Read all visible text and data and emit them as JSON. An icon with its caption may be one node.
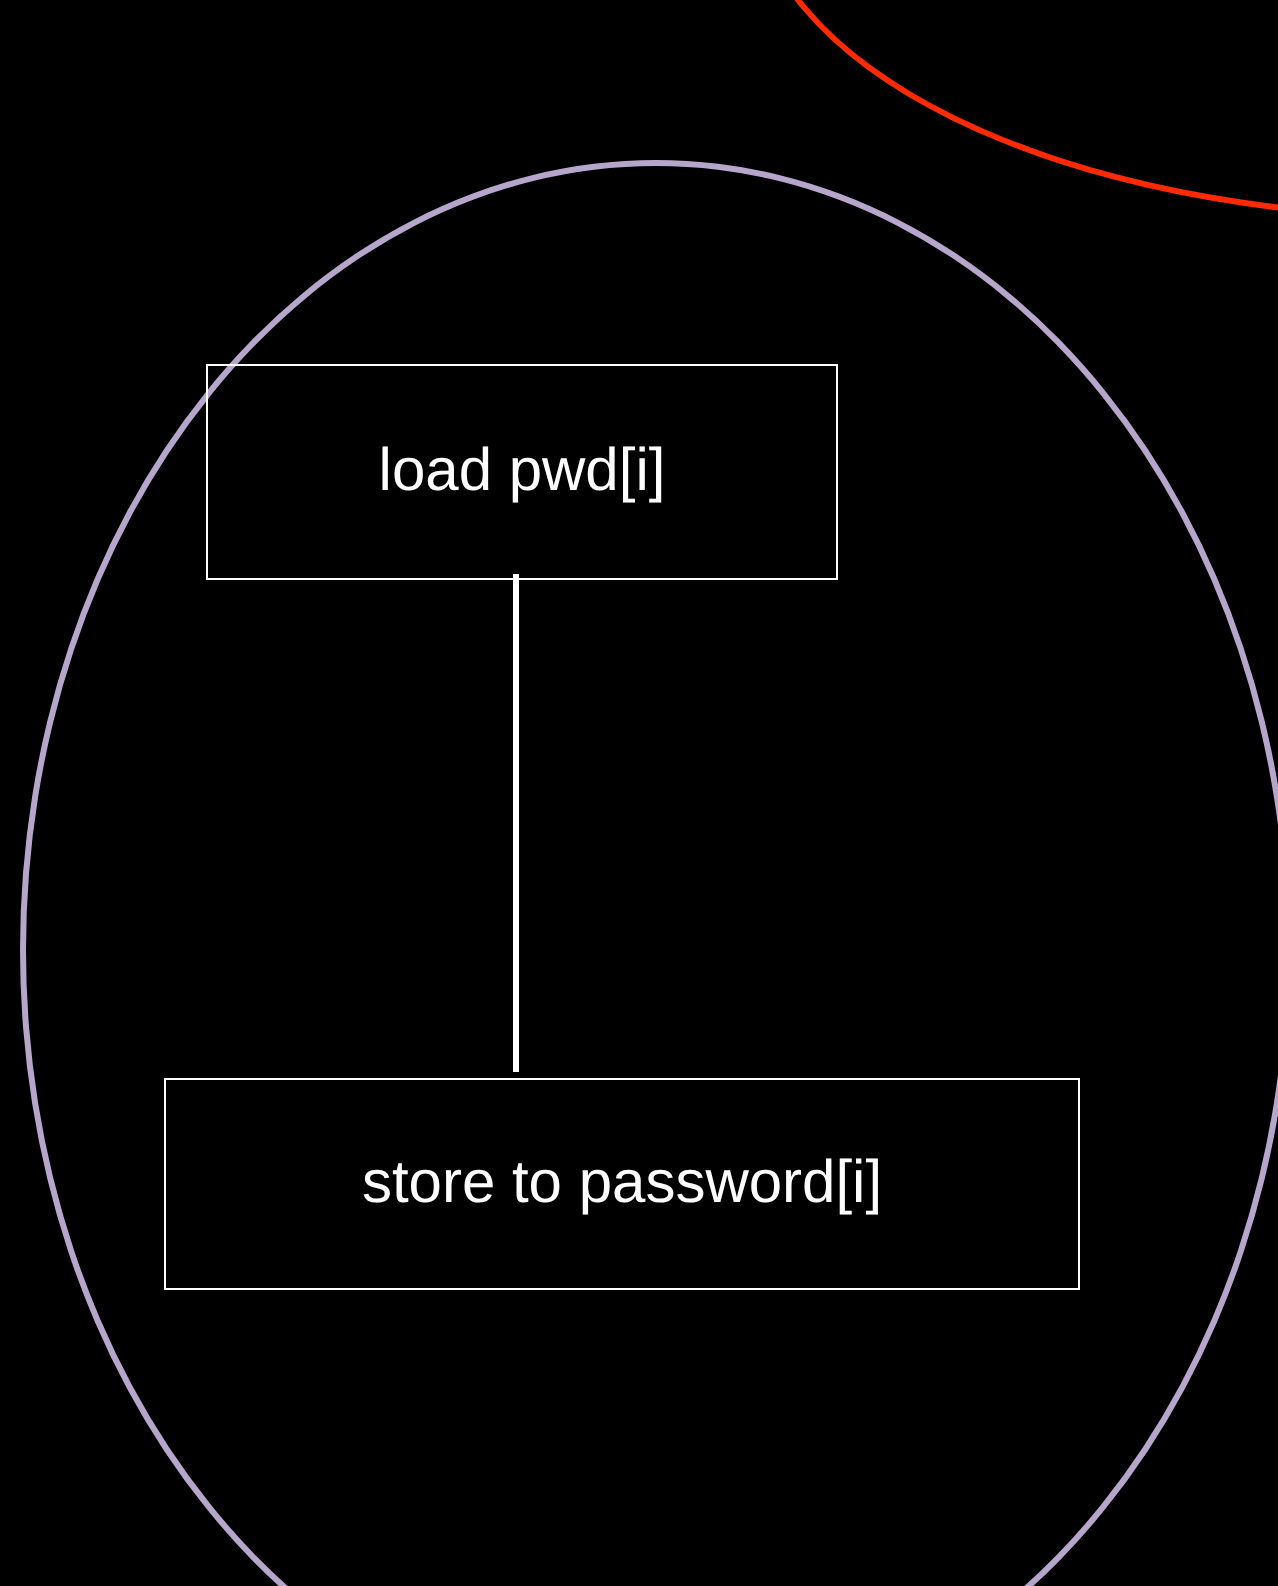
{
  "diagram": {
    "nodes": [
      {
        "text": [],
        "shape": "ellipse"
      },
      {
        "text": [
          "load pwd[i]"
        ],
        "in": 0
      },
      {
        "text": [
          "store to password[i]"
        ],
        "in": 0
      },
      {
        "text": [],
        "shape": "ellipse"
      }
    ],
    "edges": [
      {
        "from": 1,
        "to": 2,
        "arrow": "none"
      }
    ]
  }
}
